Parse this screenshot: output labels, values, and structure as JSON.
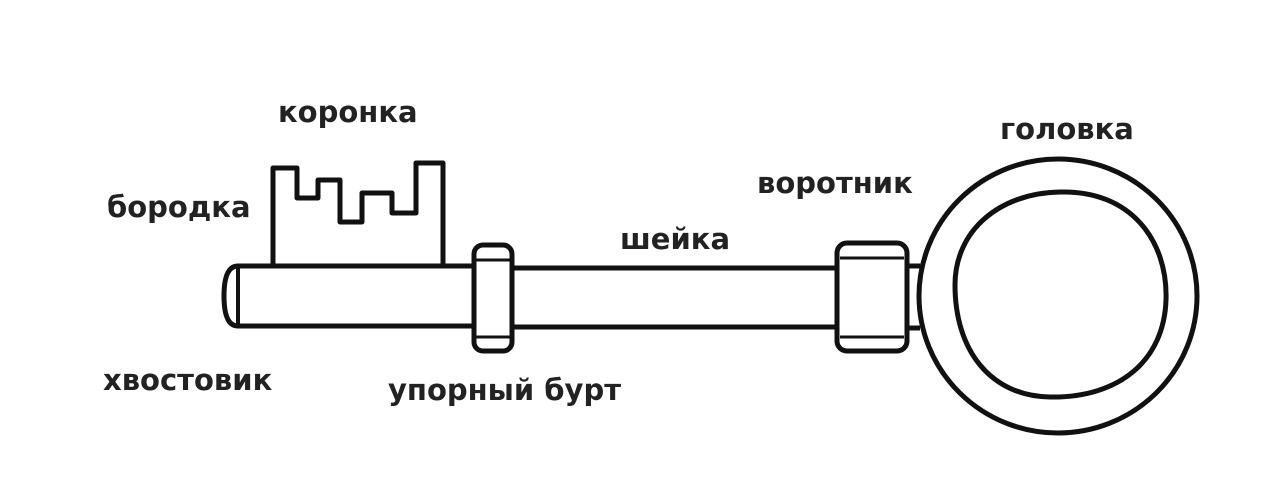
{
  "labels": {
    "crown": "коронка",
    "bit": "бородка",
    "head": "головка",
    "collar": "воротник",
    "neck": "шейка",
    "shank": "хвостовик",
    "stop_shoulder": "упорный бурт"
  },
  "colors": {
    "stroke": "#111111",
    "text": "#222222"
  }
}
